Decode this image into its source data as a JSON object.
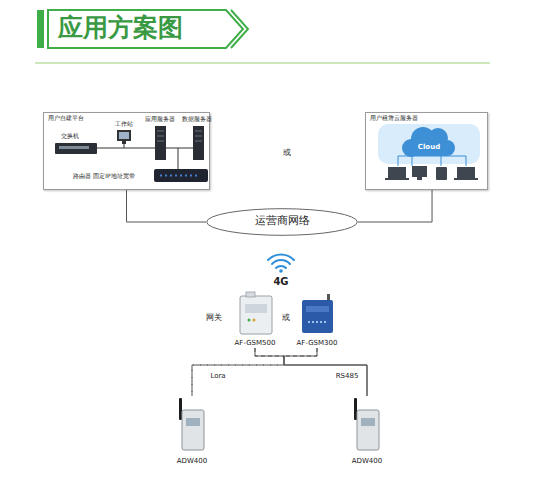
{
  "diagram": {
    "title": "应用方案图",
    "nodes": [
      {
        "text": [
          "用户自建平台"
        ]
      },
      {
        "text": [
          "用户租赁云服务器"
        ]
      },
      {
        "text": [
          "运营商网络"
        ]
      },
      {
        "text": [
          "AF-GSM500"
        ]
      },
      {
        "text": [
          "AF-GSM300"
        ]
      },
      {
        "text": [
          "ADW400"
        ]
      },
      {
        "text": [
          "ADW400"
        ]
      }
    ],
    "edges": [
      {
        "from": 0,
        "to": 2,
        "arrow": "none"
      },
      {
        "from": 1,
        "to": 2,
        "arrow": "none"
      },
      {
        "from": 3,
        "to": 5,
        "arrow": "none",
        "label": "Lora"
      },
      {
        "from": 3,
        "to": 6,
        "arrow": "none",
        "label": "RS485"
      },
      {
        "from": 4,
        "to": 5,
        "arrow": "none"
      },
      {
        "from": 4,
        "to": 6,
        "arrow": "none"
      }
    ],
    "labels": [
      "交换机",
      "工作站",
      "应用服务器",
      "数据服务器",
      "路由器 固定IP地址宽带",
      "Cloud",
      "或",
      "4G",
      "网关",
      "或"
    ]
  }
}
